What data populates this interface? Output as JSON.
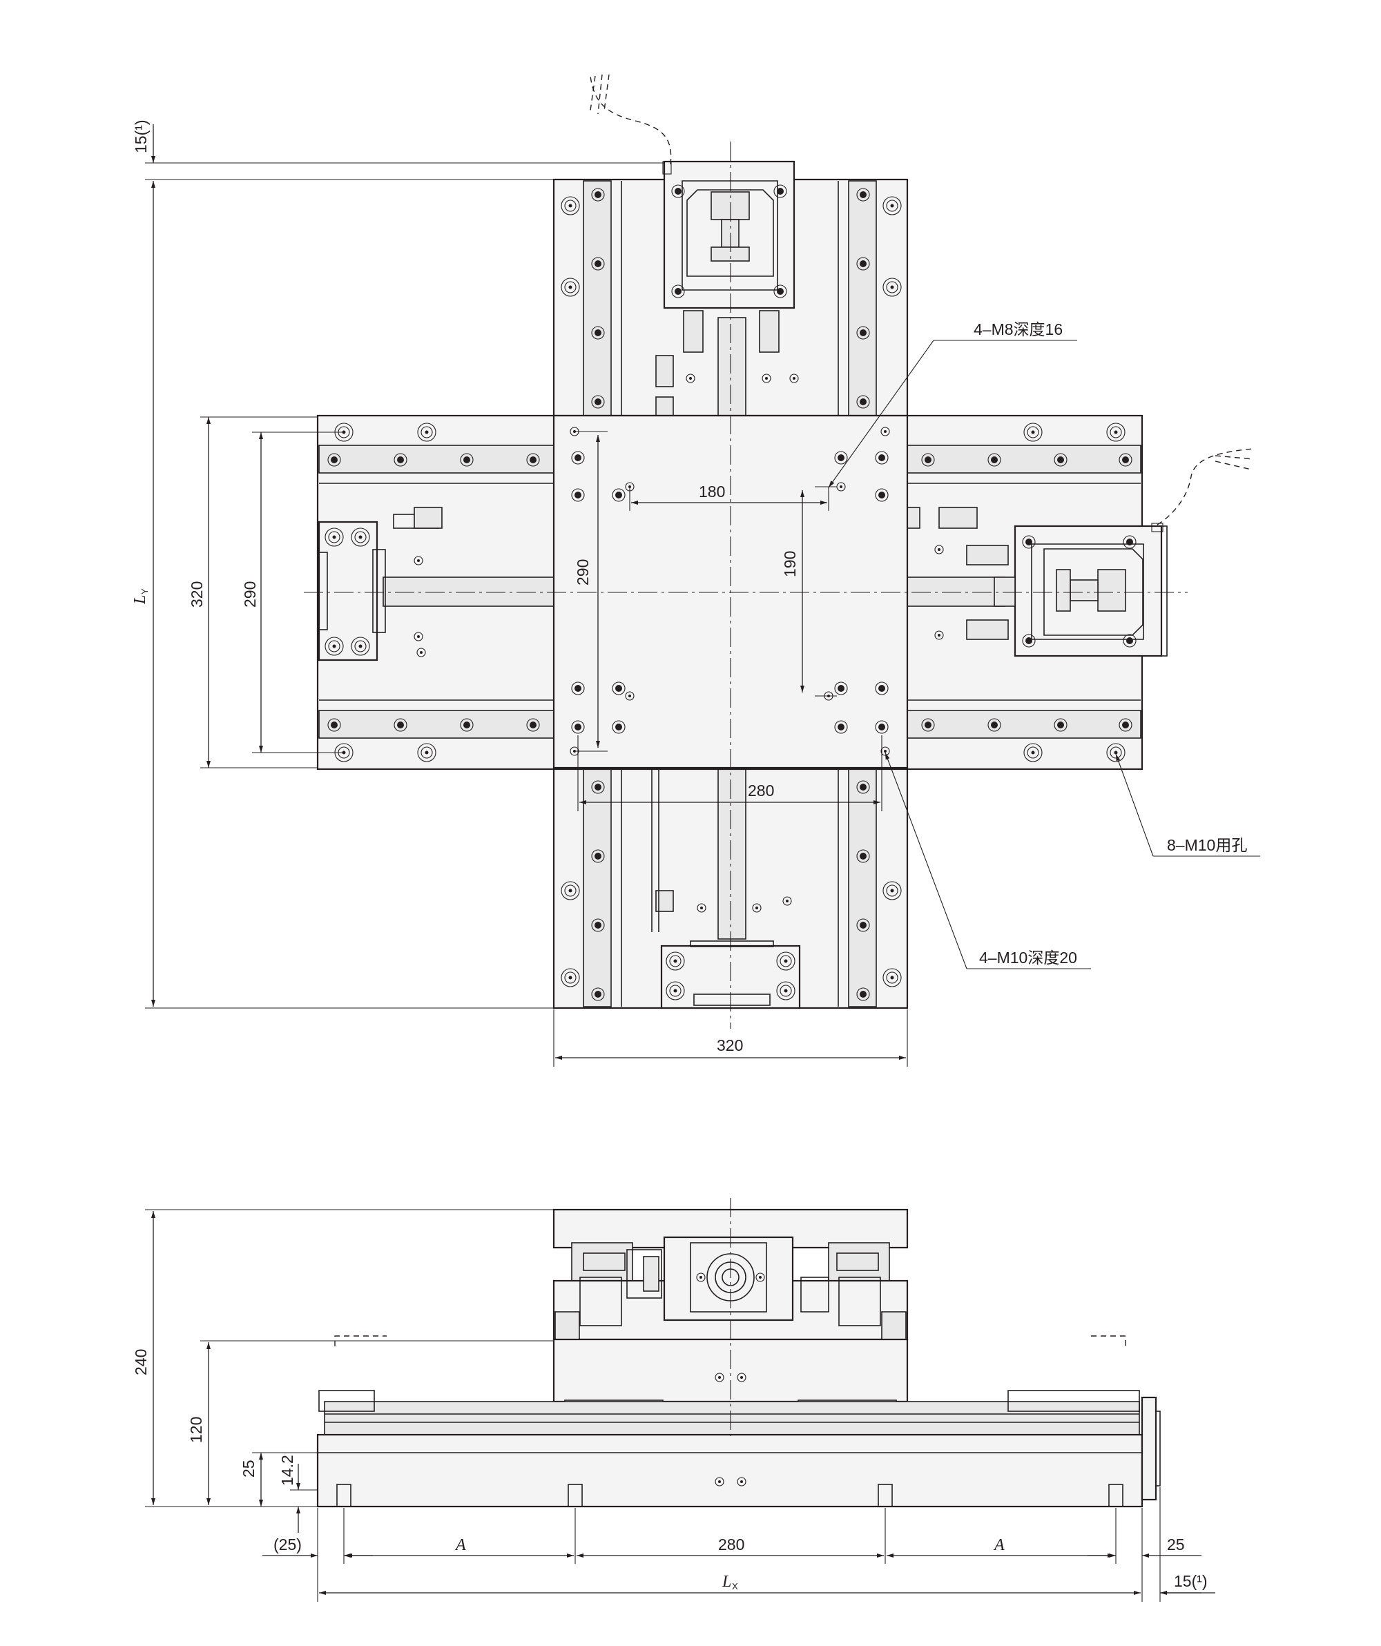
{
  "dimensions": {
    "top_margin": "15(¹)",
    "ly_label": "L",
    "ly_sub": "Y",
    "left_320": "320",
    "left_290": "290",
    "inner_290": "290",
    "span_180": "180",
    "span_190": "190",
    "span_280_top": "280",
    "bottom_320": "320",
    "side_240": "240",
    "side_120": "120",
    "side_25": "25",
    "side_14_2": "14.2",
    "b_25_left": "(25)",
    "b_A_left": "A",
    "b_280": "280",
    "b_A_right": "A",
    "b_25_right": "25",
    "lx_label": "L",
    "lx_sub": "X",
    "b_15_right": "15(¹)"
  },
  "callouts": {
    "m8": "4–M8深度16",
    "m10_holes": "8–M10用孔",
    "m10_depth": "4–M10深度20"
  },
  "colors": {
    "line": "#231f20",
    "plate": "#f4f4f4",
    "grey": "#e8e8e8"
  }
}
